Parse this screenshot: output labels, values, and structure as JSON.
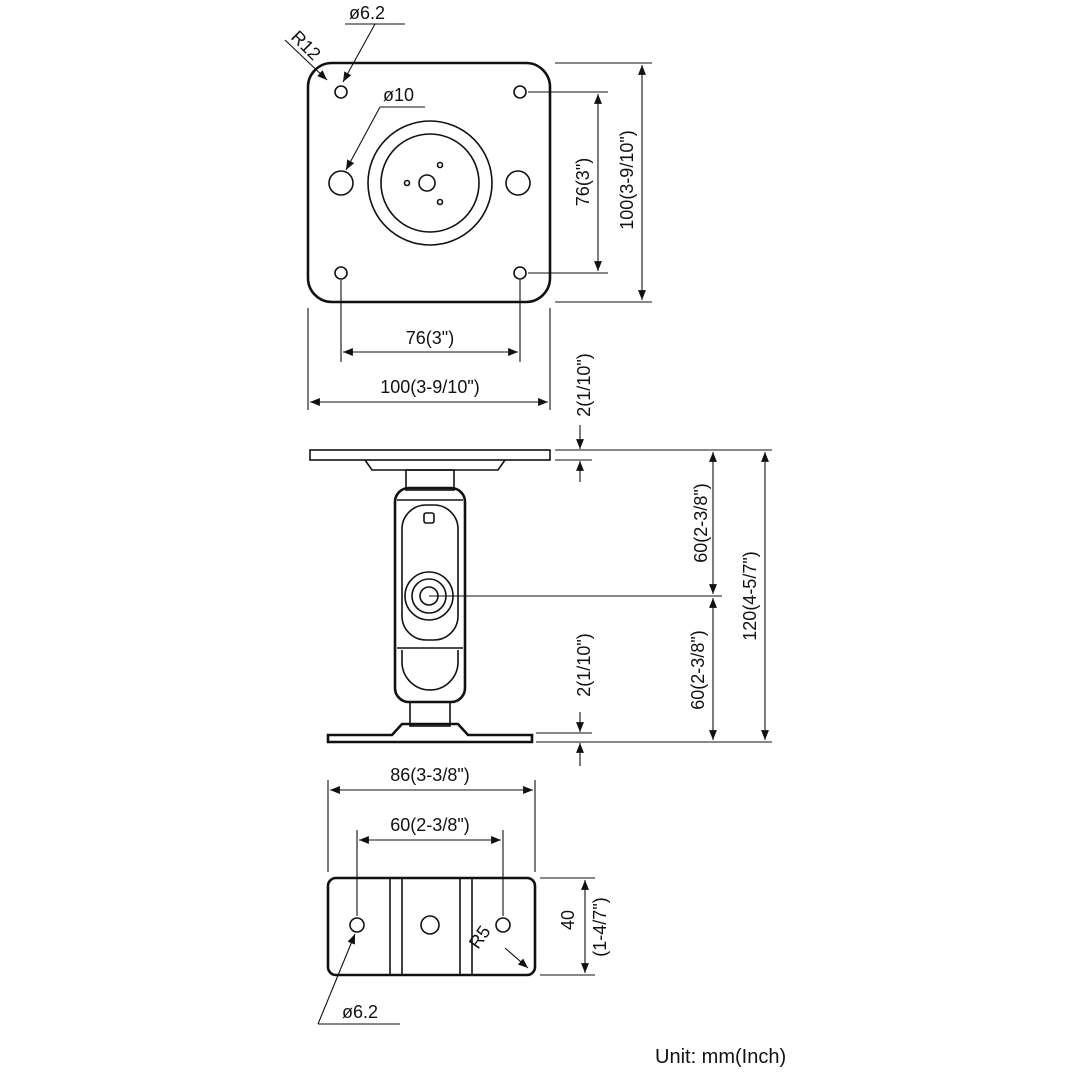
{
  "top_view": {
    "hole_small_dia": "ø6.2",
    "corner_radius": "R12",
    "hole_large_dia": "ø10",
    "hole_spacing_v": "76(3\")",
    "plate_height": "100(3-9/10\")",
    "hole_spacing_h": "76(3\")",
    "plate_width": "100(3-9/10\")"
  },
  "side_view": {
    "top_plate_thickness": "2(1/10\")",
    "upper_height": "60(2-3/8\")",
    "lower_height": "60(2-3/8\")",
    "total_height": "120(4-5/7\")",
    "bottom_plate_thickness": "2(1/10\")"
  },
  "base_view": {
    "base_width": "86(3-3/8\")",
    "hole_spacing": "60(2-3/8\")",
    "base_depth": "40",
    "base_depth_inch": "(1-4/7\")",
    "corner_radius": "R5",
    "hole_dia": "ø6.2"
  },
  "unit_note": "Unit: mm(Inch)"
}
